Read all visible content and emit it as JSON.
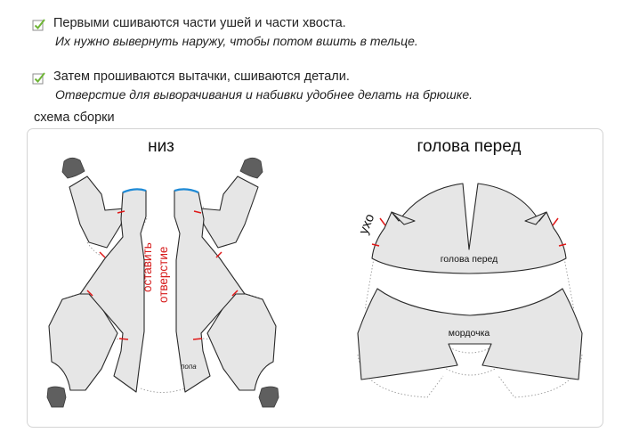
{
  "instructions": [
    {
      "main": "Первыми сшиваются части ушей и части хвоста.",
      "note": "Их нужно вывернуть наружу, чтобы потом вшить в тельце."
    },
    {
      "main": "Затем прошиваются вытачки, сшиваются детали.",
      "note": "Отверстие для выворачивания и набивки удобнее делать на брюшке."
    }
  ],
  "scheme_label": "схема сборки",
  "diagram": {
    "bottom_title": "низ",
    "head_title": "голова перед",
    "opening_label_line1": "оставить",
    "opening_label_line2": "отверстие",
    "rear_label": "попа",
    "ear_label": "ухо",
    "head_piece_label": "голова перед",
    "muzzle_label": "мордочка"
  },
  "colors": {
    "check": "#6fb536",
    "piece_fill": "#e6e6e6",
    "paw_fill": "#5f5f5f",
    "mark": "#e01818",
    "edge": "#1e8ad6",
    "opening_text": "#d61a1a"
  },
  "icons": [
    "checkbox-check-icon"
  ]
}
